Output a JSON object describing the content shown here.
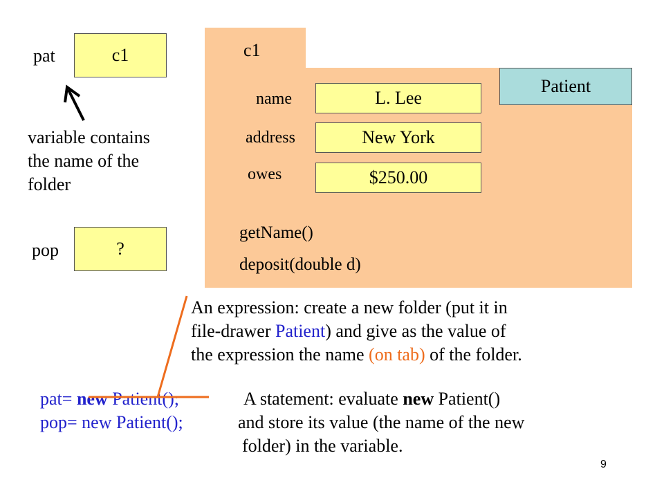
{
  "variables": {
    "pat": {
      "label": "pat",
      "value": "c1"
    },
    "pop": {
      "label": "pop",
      "value": "?"
    }
  },
  "variable_note": [
    "variable contains",
    "the name of the",
    "folder"
  ],
  "folder": {
    "tab_name": "c1",
    "class_name": "Patient",
    "fields": [
      {
        "name": "name",
        "value": "L. Lee"
      },
      {
        "name": "address",
        "value": "New York"
      },
      {
        "name": "owes",
        "value": "$250.00"
      }
    ],
    "methods": [
      "getName()",
      "deposit(double d)"
    ]
  },
  "expression_note": {
    "line1": "An expression: create a new folder (put it in",
    "line2_a": "file-drawer ",
    "line2_b": "Patient",
    "line2_c": ") and give as the value of",
    "line3_a": "the expression the name ",
    "line3_b": "(on tab)",
    "line3_c": " of the folder."
  },
  "code": {
    "line1_a": "pat= ",
    "line1_b": "new",
    "line1_c": " Patient();",
    "line2": "pop= new Patient();"
  },
  "statement_note": {
    "line1_a": "A statement: evaluate ",
    "line1_b": "new",
    "line1_c": " Patient()",
    "line2": "and store its value (the name of the new",
    "line3": "folder) in the variable."
  },
  "page_number": "9",
  "colors": {
    "folder": "#fcc998",
    "value_box": "#ffff99",
    "class_box": "#aadcdc",
    "code_text": "#2222cc",
    "highlight": "#ee6d1e"
  }
}
